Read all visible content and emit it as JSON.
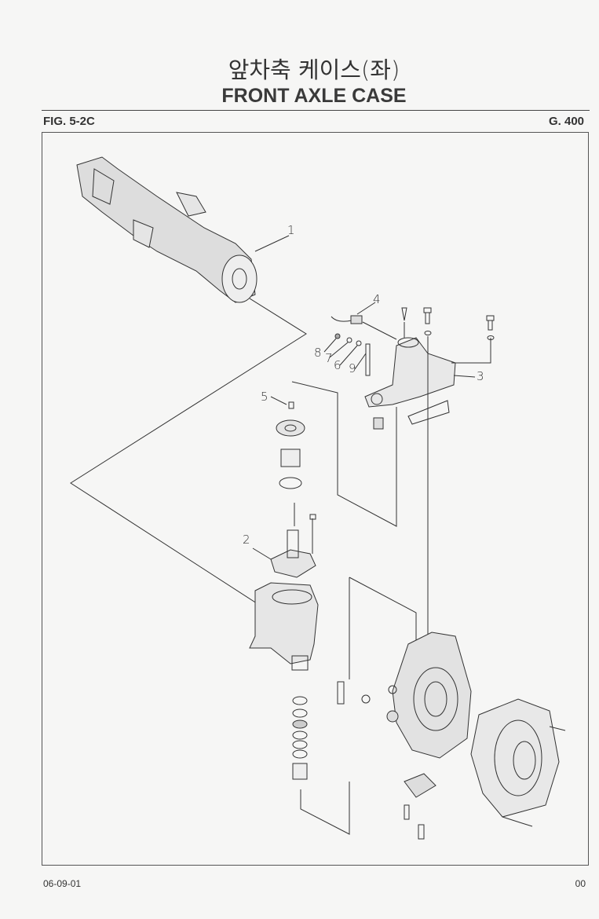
{
  "header": {
    "title_korean": "앞차축 케이스(좌)",
    "title_english": "FRONT AXLE CASE"
  },
  "figure": {
    "number": "FIG. 5-2C",
    "group": "G. 400"
  },
  "callouts": [
    "1",
    "2",
    "3",
    "4",
    "5",
    "6",
    "7",
    "8",
    "9"
  ],
  "footer": {
    "date": "06-09-01",
    "page": "00"
  }
}
